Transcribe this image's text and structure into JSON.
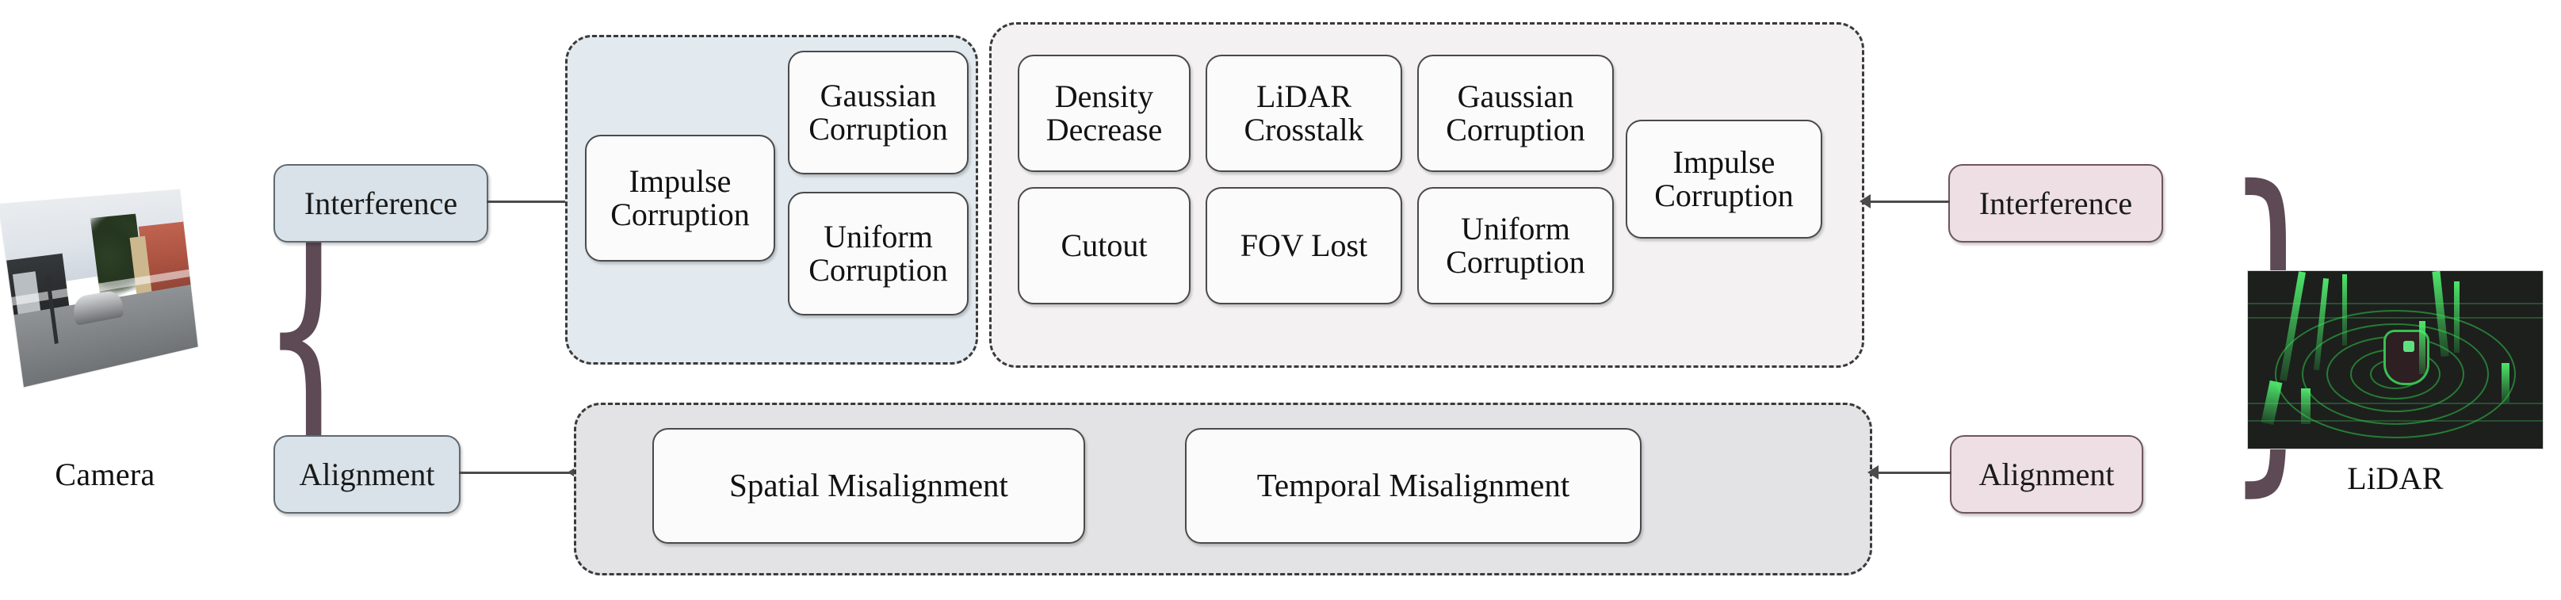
{
  "sensors": {
    "camera": {
      "label": "Camera",
      "thumb_name": "camera-street-image"
    },
    "lidar": {
      "label": "LiDAR",
      "thumb_name": "lidar-point-cloud-image"
    }
  },
  "left_roles": [
    {
      "id": "interference",
      "label": "Interference"
    },
    {
      "id": "alignment",
      "label": "Alignment"
    }
  ],
  "right_roles": [
    {
      "id": "interference",
      "label": "Interference"
    },
    {
      "id": "alignment",
      "label": "Alignment"
    }
  ],
  "camera_interference": {
    "items": [
      {
        "id": "impulse",
        "line1": "Impulse",
        "line2": "Corruption"
      },
      {
        "id": "gaussian",
        "line1": "Gaussian",
        "line2": "Corruption"
      },
      {
        "id": "uniform",
        "line1": "Uniform",
        "line2": "Corruption"
      }
    ]
  },
  "lidar_interference": {
    "items": [
      {
        "id": "density-decrease",
        "line1": "Density",
        "line2": "Decrease"
      },
      {
        "id": "lidar-crosstalk",
        "line1": "LiDAR",
        "line2": "Crosstalk"
      },
      {
        "id": "gaussian",
        "line1": "Gaussian",
        "line2": "Corruption"
      },
      {
        "id": "cutout",
        "line1": "Cutout",
        "line2": ""
      },
      {
        "id": "fov-lost",
        "line1": "FOV Lost",
        "line2": ""
      },
      {
        "id": "uniform",
        "line1": "Uniform",
        "line2": "Corruption"
      },
      {
        "id": "impulse",
        "line1": "Impulse",
        "line2": "Corruption"
      }
    ]
  },
  "alignment_group": {
    "items": [
      {
        "id": "spatial",
        "label": "Spatial Misalignment"
      },
      {
        "id": "temporal",
        "label": "Temporal Misalignment"
      }
    ]
  },
  "braces": {
    "left": "{",
    "right": "}"
  },
  "colors": {
    "camera_role_fill": "#d9e2e8",
    "lidar_role_fill": "#eddfe4",
    "camera_group_fill": "#e2eaef",
    "lidar_group_fill": "#f3f1f1",
    "alignment_group_fill": "#e3e3e6",
    "item_fill": "#fbfbfb",
    "brace_color": "#5d4a55",
    "connector_color": "#4b4b4b",
    "lidar_point_color": "#3fd862"
  }
}
